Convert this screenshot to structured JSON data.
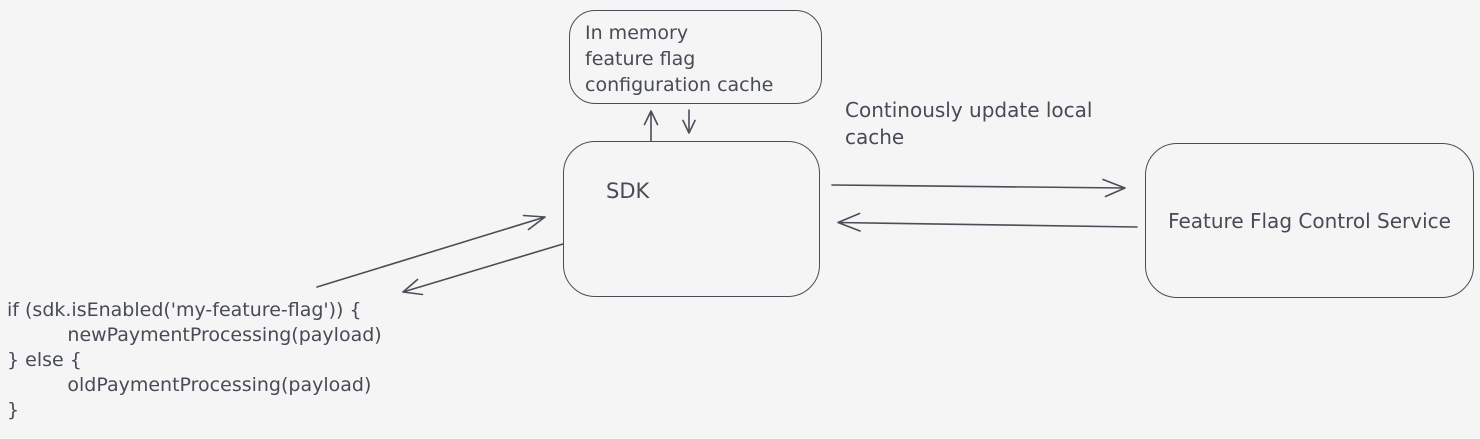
{
  "diagram": {
    "background_color": "#f5f5f6",
    "stroke_color": "#4a4e58",
    "nodes": {
      "cache": {
        "label": [
          "In memory",
          "feature flag",
          "configuration cache"
        ]
      },
      "sdk": {
        "label": "SDK"
      },
      "service": {
        "label": "Feature Flag Control Service"
      }
    },
    "edge_labels": {
      "update_cache": [
        "Continously update local",
        "cache"
      ]
    },
    "code_snippet": {
      "lines": [
        "if (sdk.isEnabled('my-feature-flag')) {",
        "          newPaymentProcessing(payload)",
        "} else {",
        "          oldPaymentProcessing(payload)",
        "}"
      ]
    },
    "arrows": [
      {
        "name": "sdk-to-cache",
        "from": "sdk",
        "to": "cache",
        "direction": "up"
      },
      {
        "name": "cache-to-sdk",
        "from": "cache",
        "to": "sdk",
        "direction": "down"
      },
      {
        "name": "sdk-to-service",
        "from": "sdk",
        "to": "service",
        "direction": "right",
        "label": "Continously update local cache"
      },
      {
        "name": "service-to-sdk",
        "from": "service",
        "to": "sdk",
        "direction": "left"
      },
      {
        "name": "code-to-sdk",
        "from": "code",
        "to": "sdk",
        "direction": "up-right"
      },
      {
        "name": "sdk-to-code",
        "from": "sdk",
        "to": "code",
        "direction": "down-left"
      }
    ]
  }
}
